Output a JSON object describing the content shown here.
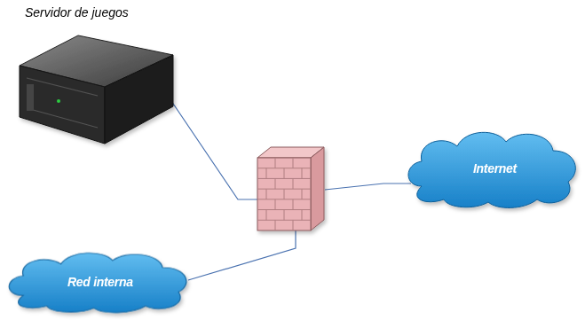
{
  "diagram": {
    "nodes": [
      {
        "text": [
          "Servidor de juegos"
        ]
      },
      {
        "text": []
      },
      {
        "text": [
          "Internet"
        ]
      },
      {
        "text": [
          "Red interna"
        ]
      }
    ],
    "edges": [
      {
        "from": 0,
        "to": 1,
        "arrow": "none"
      },
      {
        "from": 1,
        "to": 2,
        "arrow": "none"
      },
      {
        "from": 1,
        "to": 3,
        "arrow": "none"
      }
    ]
  }
}
